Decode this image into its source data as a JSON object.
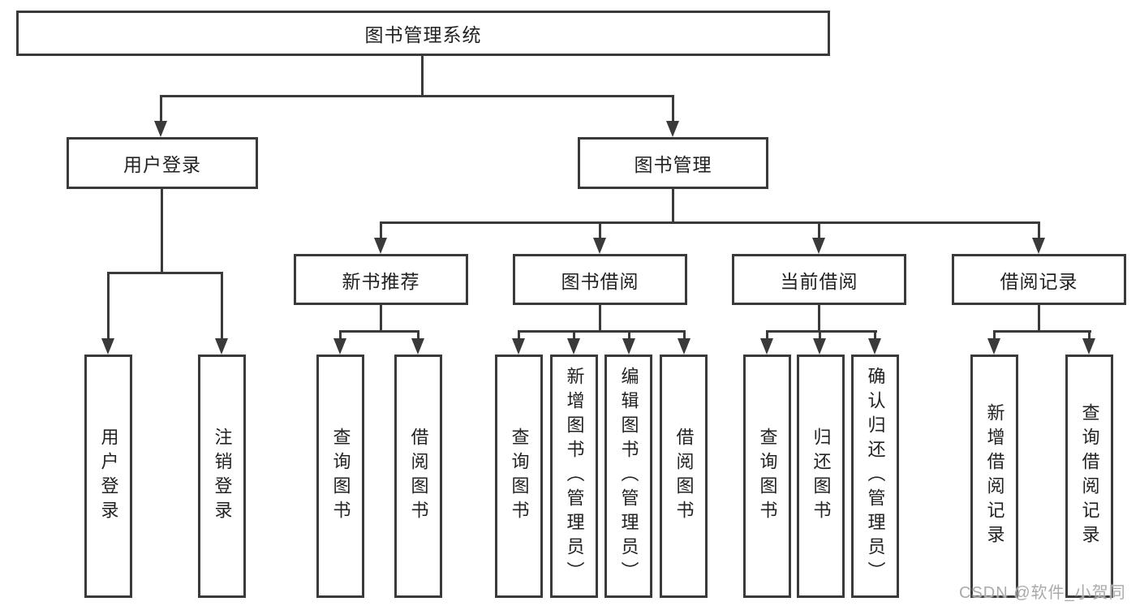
{
  "tree": {
    "root": "图书管理系统",
    "children": [
      {
        "label": "用户登录",
        "children": [
          "用户登录",
          "注销登录"
        ]
      },
      {
        "label": "图书管理",
        "children": [
          {
            "label": "新书推荐",
            "children": [
              "查询图书",
              "借阅图书"
            ]
          },
          {
            "label": "图书借阅",
            "children": [
              "查询图书",
              "新增图书（管理员）",
              "编辑图书（管理员）",
              "借阅图书"
            ]
          },
          {
            "label": "当前借阅",
            "children": [
              "查询图书",
              "归还图书",
              "确认归还（管理员）"
            ]
          },
          {
            "label": "借阅记录",
            "children": [
              "新增借阅记录",
              "查询借阅记录"
            ]
          }
        ]
      }
    ]
  },
  "watermark": {
    "text": "CSDN @软件_小贺同学"
  },
  "colors": {
    "line": "#3a3a3a",
    "text": "#222222",
    "background": "#ffffff",
    "watermark": "#aaaaaa"
  }
}
